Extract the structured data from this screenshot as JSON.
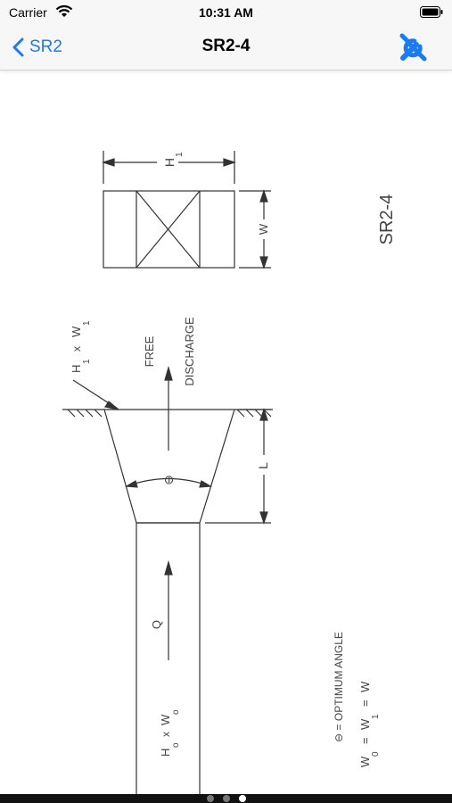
{
  "status_bar": {
    "carrier": "Carrier",
    "time": "10:31 AM"
  },
  "nav": {
    "back_label": "SR2",
    "title": "SR2-4",
    "accent_color": "#1a7bf2"
  },
  "drawing": {
    "id_label": "SR2-4",
    "h1_label": "H",
    "h1_sub": "1",
    "w_label": "W",
    "inlet_label_h": "H",
    "inlet_label_h_sub": "1",
    "inlet_label_x": "x",
    "inlet_label_w": "W",
    "inlet_label_w_sub": "1",
    "free_label": "FREE",
    "discharge_label": "DISCHARGE",
    "theta_label": "⊖",
    "l_label": "L",
    "q_label": "Q",
    "outlet_h": "H",
    "outlet_x": "x",
    "outlet_w": "W",
    "outlet_sub_h": "o",
    "outlet_sub_w": "o",
    "note1": "⊖  =  OPTIMUM  ANGLE",
    "note2_w0": "W",
    "note2_w0_sub": "0",
    "note2_eq1": "=",
    "note2_w1": "W",
    "note2_w1_sub": "1",
    "note2_eq2": "=",
    "note2_w": "W"
  },
  "pager": {
    "pages": 3,
    "active_index": 2
  }
}
